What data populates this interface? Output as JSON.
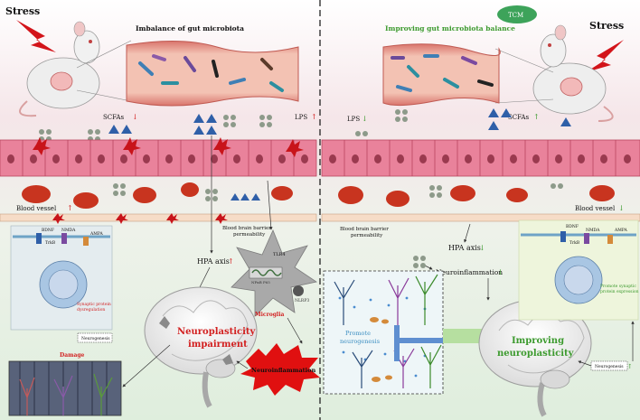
{
  "left": {
    "stress": "Stress",
    "gut_title": "Imbalance of gut microbiota",
    "scfas": "SCFAs",
    "lps": "LPS",
    "blood_vessel": "Blood vessel",
    "bbb": [
      "Blood brain barrier",
      "permeability"
    ],
    "hpa": "HPA axis",
    "receptors": {
      "bdnf": "BDNF",
      "trkb": "TrkB",
      "nmda": "NMDA",
      "ampa": "AMPA"
    },
    "synaptic": [
      "Synaptic protein",
      "dysregulation"
    ],
    "neurogenesis": "Neurogenesis",
    "damage": "Damage",
    "neuroplasticity": [
      "Neuroplasticity",
      "impairment"
    ],
    "tlr4": "TLR4",
    "nfkb": "NFκB P65",
    "nlrp3": "NLRP3",
    "microglia": "Microglia",
    "neuroinflammation": "Neuroinflammation"
  },
  "right": {
    "tcm": "TCM",
    "stress": "Stress",
    "gut_title": "Improving gut microbiota balance",
    "scfas": "SCFAs",
    "lps": "LPS",
    "blood_vessel": "Blood vessel",
    "bbb": [
      "Blood brain barrier",
      "permeability"
    ],
    "hpa": "HPA axis",
    "neuroinflammation": "Neuroinflammation",
    "receptors": {
      "bdnf": "BDNF",
      "trkb": "TrkB",
      "nmda": "NMDA",
      "ampa": "AMPA"
    },
    "synaptic": [
      "Promote synaptic",
      "protein expression"
    ],
    "neurogenesis": "Neurogenesis",
    "promote_neuro": [
      "Promote",
      "neurogenesis"
    ],
    "improving": [
      "Improving",
      "neuroplasticity"
    ]
  },
  "colors": {
    "bg_top": "#f3e4e7",
    "bg_bottom": "#e3efe3",
    "cell": "#e07a93",
    "cell_dark": "#b8455f",
    "vessel": "#f6dcc7",
    "rbc": "#c8341f",
    "red_text": "#d21f1f",
    "green_text": "#3c9a2e",
    "tcm": "#3da35a",
    "triangle": "#2f5fa8",
    "dot": "#8d9a8a"
  }
}
